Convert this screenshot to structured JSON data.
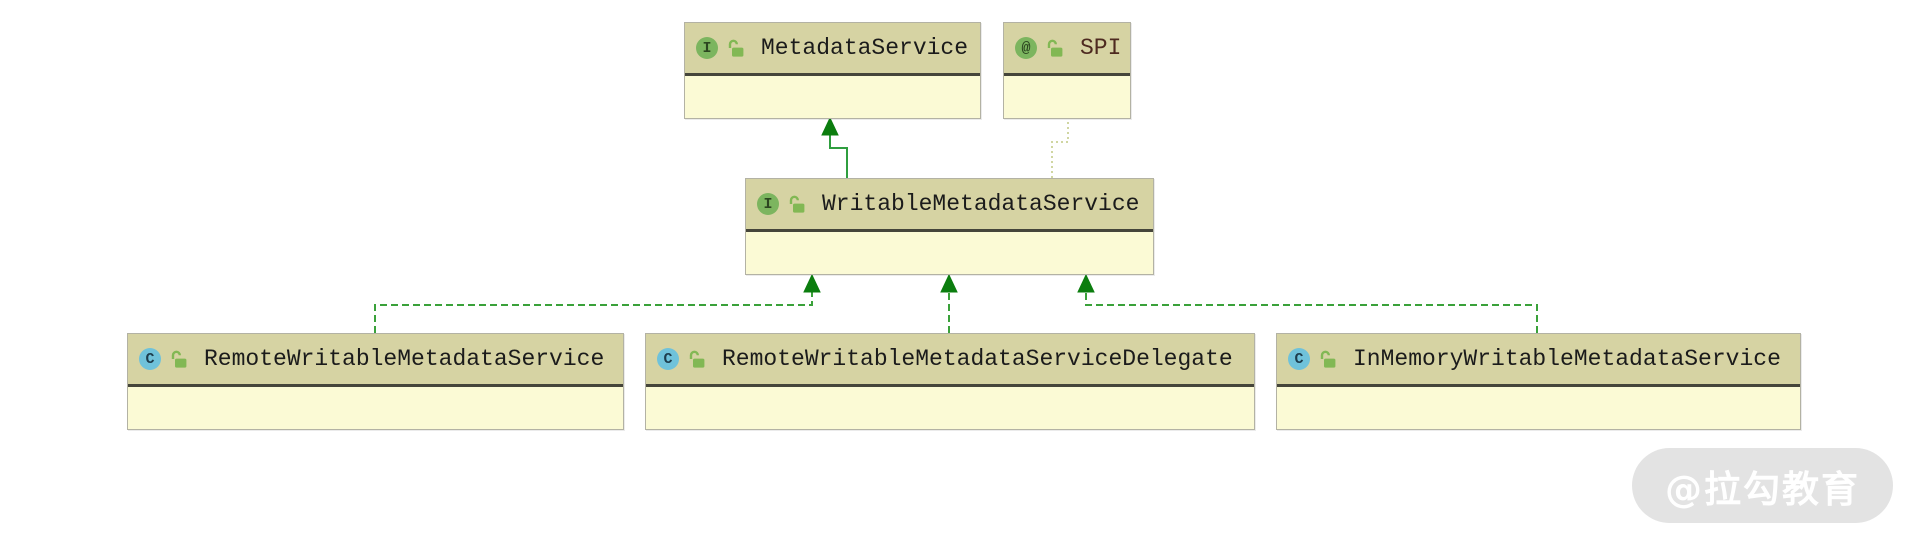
{
  "diagram": {
    "type": "uml-class-diagram",
    "nodes": [
      {
        "label": "MetadataService",
        "kind": "interface",
        "icon_glyph": "I",
        "lock": "unlocked-padlock"
      },
      {
        "label": "SPI",
        "kind": "annotation",
        "icon_glyph": "@",
        "lock": "unlocked-padlock"
      },
      {
        "label": "WritableMetadataService",
        "kind": "interface",
        "icon_glyph": "I",
        "lock": "unlocked-padlock"
      },
      {
        "label": "RemoteWritableMetadataService",
        "kind": "class",
        "icon_glyph": "C",
        "lock": "unlocked-padlock"
      },
      {
        "label": "RemoteWritableMetadataServiceDelegate",
        "kind": "class",
        "icon_glyph": "C",
        "lock": "unlocked-padlock"
      },
      {
        "label": "InMemoryWritableMetadataService",
        "kind": "class",
        "icon_glyph": "C",
        "lock": "unlocked-padlock"
      }
    ],
    "edges": [
      {
        "from": "WritableMetadataService",
        "to": "MetadataService",
        "type": "extends",
        "line": "solid-green-filled-arrow"
      },
      {
        "from": "WritableMetadataService",
        "to": "SPI",
        "type": "annotated-with",
        "line": "dotted-olive"
      },
      {
        "from": "RemoteWritableMetadataService",
        "to": "WritableMetadataService",
        "type": "implements",
        "line": "dashed-green-filled-arrow"
      },
      {
        "from": "RemoteWritableMetadataServiceDelegate",
        "to": "WritableMetadataService",
        "type": "implements",
        "line": "dashed-green-filled-arrow"
      },
      {
        "from": "InMemoryWritableMetadataService",
        "to": "WritableMetadataService",
        "type": "implements",
        "line": "dashed-green-filled-arrow"
      }
    ],
    "colors": {
      "node_header_bg": "#d6d3a3",
      "node_body_bg": "#fbfad5",
      "node_border": "#b3b2a4",
      "header_separator": "#45453a",
      "interface_icon_bg": "#7cb55f",
      "annotation_icon_bg": "#7cb55f",
      "class_icon_bg": "#6fc2da",
      "lock_icon_green": "#82b854",
      "edge_solid_green": "#2f9e3f",
      "edge_dashed_green": "#3aa13a",
      "edge_dotted_olive": "#d0d6a2",
      "arrowhead_green": "#0b7d0e",
      "label_text": "#1b1b1b",
      "annotation_label_text": "#4e2a20"
    }
  },
  "watermark": {
    "text": "@拉勾教育"
  }
}
